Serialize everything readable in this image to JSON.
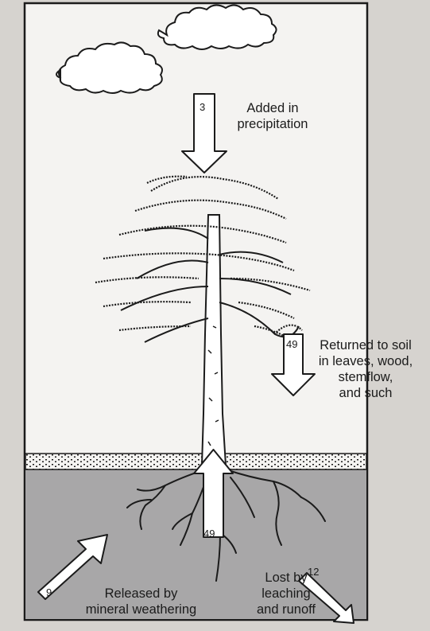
{
  "diagram": {
    "flows": [
      {
        "id": "precipitation",
        "value": "3",
        "direction": "down",
        "label_lines": [
          "Added in",
          "precipitation"
        ]
      },
      {
        "id": "returned",
        "value": "49",
        "direction": "down",
        "label_lines": [
          "Returned to soil",
          "in leaves, wood,",
          "stemflow,",
          "and such"
        ]
      },
      {
        "id": "uptake",
        "value": "49",
        "direction": "up",
        "label_lines": []
      },
      {
        "id": "weathering",
        "value": "9",
        "direction": "up-right",
        "label_lines": [
          "Released by",
          "mineral weathering"
        ]
      },
      {
        "id": "leaching",
        "value": "12",
        "direction": "down-right",
        "label_lines": [
          "Lost by",
          "leaching",
          "and runoff"
        ]
      }
    ],
    "colors": {
      "paper": "#f4f3f1",
      "soil": "#a8a7a8",
      "ink": "#1b1b1b",
      "arrow_fill": "#ffffff",
      "background_page": "#d6d3cf"
    },
    "icons": [
      "cloud-icon",
      "tree-icon",
      "roots-icon"
    ]
  }
}
